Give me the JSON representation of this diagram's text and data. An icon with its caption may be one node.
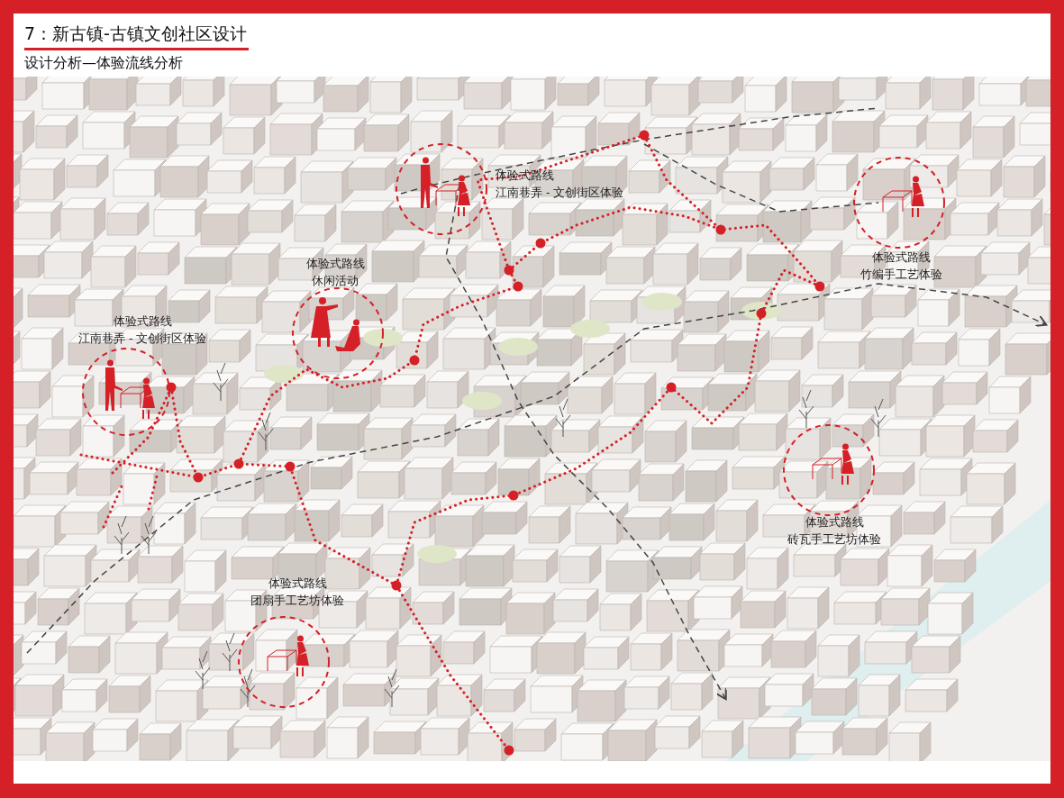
{
  "diagram": {
    "title": "7：新古镇-古镇文创社区设计",
    "nodes": [
      {
        "text": [],
        "shape": "picture",
        "beside": [
          "体验式路线",
          "江南巷弄 - 文创街区体验"
        ]
      },
      {
        "text": [],
        "shape": "picture",
        "beside": [
          "体验式路线",
          "竹编手工艺体验"
        ]
      },
      {
        "text": [],
        "shape": "picture",
        "beside": [
          "体验式路线",
          "休闲活动"
        ]
      },
      {
        "text": [],
        "shape": "picture",
        "beside": [
          "体验式路线",
          "江南巷弄 - 文创街区体验"
        ]
      },
      {
        "text": [],
        "shape": "picture",
        "beside": [
          "体验式路线",
          "砖瓦手工艺坊体验"
        ]
      },
      {
        "text": [],
        "shape": "picture",
        "beside": [
          "体验式路线",
          "团扇手工艺坊体验"
        ]
      }
    ],
    "labels": [
      "设计分析—体验流线分析"
    ]
  }
}
